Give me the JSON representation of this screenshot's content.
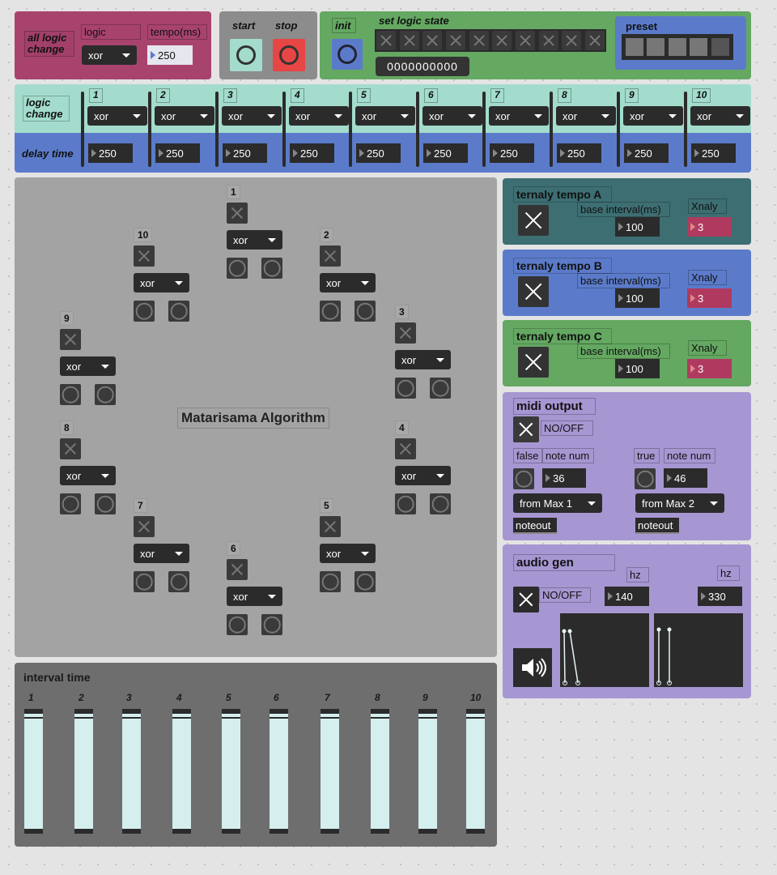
{
  "top": {
    "all_logic_label": "all logic\nchange",
    "logic_label": "logic",
    "tempo_label": "tempo(ms)",
    "logic_value": "xor",
    "tempo_value": "250",
    "start_label": "start",
    "stop_label": "stop",
    "init_label": "init",
    "set_logic_label": "set logic state",
    "logic_state": "0000000000",
    "preset_label": "preset"
  },
  "row": {
    "logic_change_label": "logic\nchange",
    "delay_label": "delay time",
    "nums": [
      "1",
      "2",
      "3",
      "4",
      "5",
      "6",
      "7",
      "8",
      "9",
      "10"
    ],
    "logic_values": [
      "xor",
      "xor",
      "xor",
      "xor",
      "xor",
      "xor",
      "xor",
      "xor",
      "xor",
      "xor"
    ],
    "delay_values": [
      "250",
      "250",
      "250",
      "250",
      "250",
      "250",
      "250",
      "250",
      "250",
      "250"
    ]
  },
  "algo": {
    "title": "Matarisama Algorithm",
    "nodes": [
      {
        "n": "1",
        "logic": "xor"
      },
      {
        "n": "2",
        "logic": "xor"
      },
      {
        "n": "3",
        "logic": "xor"
      },
      {
        "n": "4",
        "logic": "xor"
      },
      {
        "n": "5",
        "logic": "xor"
      },
      {
        "n": "6",
        "logic": "xor"
      },
      {
        "n": "7",
        "logic": "xor"
      },
      {
        "n": "8",
        "logic": "xor"
      },
      {
        "n": "9",
        "logic": "xor"
      },
      {
        "n": "10",
        "logic": "xor"
      }
    ]
  },
  "tempoA": {
    "title": "ternaly tempo A",
    "base_label": "base interval(ms)",
    "base": "100",
    "x_label": "Xnaly",
    "x": "3"
  },
  "tempoB": {
    "title": "ternaly tempo B",
    "base_label": "base interval(ms)",
    "base": "100",
    "x_label": "Xnaly",
    "x": "3"
  },
  "tempoC": {
    "title": "ternaly tempo C",
    "base_label": "base interval(ms)",
    "base": "100",
    "x_label": "Xnaly",
    "x": "3"
  },
  "midi": {
    "title": "midi output",
    "onoff": "NO/OFF",
    "false_label": "false",
    "true_label": "true",
    "note_label": "note num",
    "note_false": "36",
    "note_true": "46",
    "port1": "from Max 1",
    "port2": "from Max 2",
    "noteout": "noteout"
  },
  "audio": {
    "title": "audio gen",
    "onoff": "NO/OFF",
    "hz_label": "hz",
    "hz1": "140",
    "hz2": "330"
  },
  "interval": {
    "title": "interval time",
    "nums": [
      "1",
      "2",
      "3",
      "4",
      "5",
      "6",
      "7",
      "8",
      "9",
      "10"
    ]
  },
  "colors": {
    "magenta": "#a8436e",
    "teal": "#a3dccd",
    "blue": "#5b7bca",
    "green": "#64a862",
    "purple": "#a697d2",
    "darkteal": "#3d6e72",
    "gray": "#a3a3a3",
    "dark": "#6e6e6e"
  }
}
